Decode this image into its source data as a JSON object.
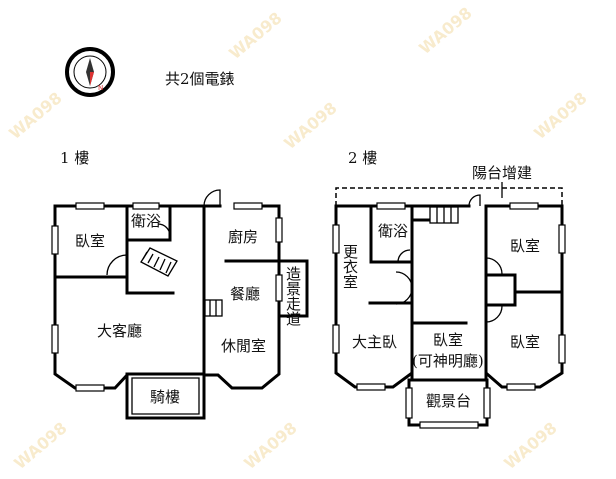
{
  "title": "共2個電錶",
  "watermark": "WA098",
  "floor1": {
    "label": "1 樓",
    "rooms": {
      "bedroom": "臥室",
      "bath": "衛浴",
      "kitchen": "廚房",
      "dining": "餐廳",
      "living": "大客廳",
      "leisure": "休閒室",
      "arcade": "騎樓",
      "corridor": "造景走道"
    }
  },
  "floor2": {
    "label": "2 樓",
    "balcony_note": "陽台增建",
    "rooms": {
      "closet": "更衣室",
      "bath": "衛浴",
      "bedroom_ne": "臥室",
      "bedroom_se": "臥室",
      "master": "大主臥",
      "shrine_bedroom": "臥室",
      "shrine_note": "(可神明廳)",
      "viewdeck": "觀景台"
    }
  }
}
